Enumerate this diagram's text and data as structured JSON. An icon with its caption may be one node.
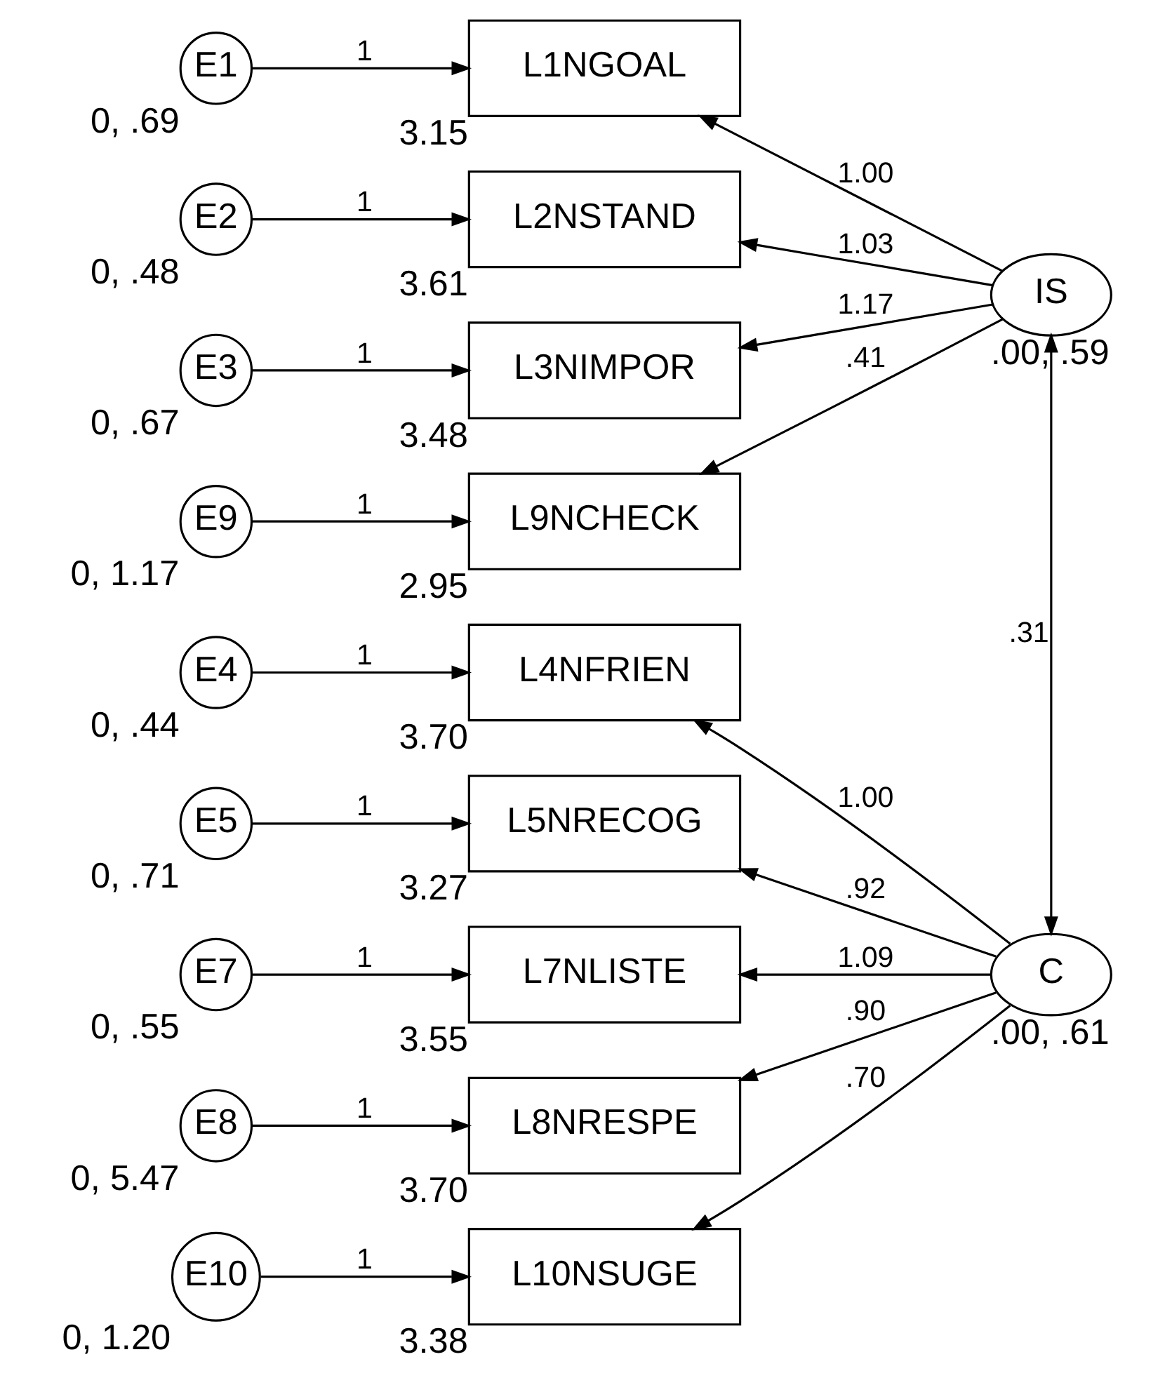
{
  "diagram": {
    "nodes": [
      {
        "text": [
          "E1"
        ],
        "beside": [
          "0, .69"
        ]
      },
      {
        "text": [
          "L1NGOAL"
        ],
        "beside": [
          "3.15"
        ]
      },
      {
        "text": [
          "E2"
        ],
        "beside": [
          "0, .48"
        ]
      },
      {
        "text": [
          "L2NSTAND"
        ],
        "beside": [
          "3.61"
        ]
      },
      {
        "text": [
          "E3"
        ],
        "beside": [
          "0, .67"
        ]
      },
      {
        "text": [
          "L3NIMPOR"
        ],
        "beside": [
          "3.48"
        ]
      },
      {
        "text": [
          "E9"
        ],
        "beside": [
          "0, 1.17"
        ]
      },
      {
        "text": [
          "L9NCHECK"
        ],
        "beside": [
          "2.95"
        ]
      },
      {
        "text": [
          "IS"
        ],
        "beside": [
          ".00, .59"
        ]
      },
      {
        "text": [
          "E4"
        ],
        "beside": [
          "0, .44"
        ]
      },
      {
        "text": [
          "L4NFRIEN"
        ],
        "beside": [
          "3.70"
        ]
      },
      {
        "text": [
          "E5"
        ],
        "beside": [
          "0, .71"
        ]
      },
      {
        "text": [
          "L5NRECOG"
        ],
        "beside": [
          "3.27"
        ]
      },
      {
        "text": [
          "E7"
        ],
        "beside": [
          "0, .55"
        ]
      },
      {
        "text": [
          "L7NLISTE"
        ],
        "beside": [
          "3.55"
        ]
      },
      {
        "text": [
          "E8"
        ],
        "beside": [
          "0, 5.47"
        ]
      },
      {
        "text": [
          "L8NRESPE"
        ],
        "beside": [
          "3.70"
        ]
      },
      {
        "text": [
          "E10"
        ],
        "beside": [
          "0, 1.20"
        ]
      },
      {
        "text": [
          "L10NSUGE"
        ],
        "beside": [
          "3.38"
        ]
      },
      {
        "text": [
          "C"
        ],
        "beside": [
          ".00, .61"
        ]
      }
    ],
    "edges": [
      {
        "from": 0,
        "to": 1,
        "arrow": "to",
        "label": "1"
      },
      {
        "from": 2,
        "to": 3,
        "arrow": "to",
        "label": "1"
      },
      {
        "from": 4,
        "to": 5,
        "arrow": "to",
        "label": "1"
      },
      {
        "from": 6,
        "to": 7,
        "arrow": "to",
        "label": "1"
      },
      {
        "from": 9,
        "to": 10,
        "arrow": "to",
        "label": "1"
      },
      {
        "from": 11,
        "to": 12,
        "arrow": "to",
        "label": "1"
      },
      {
        "from": 13,
        "to": 14,
        "arrow": "to",
        "label": "1"
      },
      {
        "from": 15,
        "to": 16,
        "arrow": "to",
        "label": "1"
      },
      {
        "from": 17,
        "to": 18,
        "arrow": "to",
        "label": "1"
      },
      {
        "from": 8,
        "to": 1,
        "arrow": "to",
        "label": "1.00"
      },
      {
        "from": 8,
        "to": 3,
        "arrow": "to",
        "label": "1.03"
      },
      {
        "from": 8,
        "to": 5,
        "arrow": "to",
        "label": "1.17"
      },
      {
        "from": 8,
        "to": 7,
        "arrow": "to",
        "label": ".41"
      },
      {
        "from": 19,
        "to": 10,
        "arrow": "to",
        "label": "1.00"
      },
      {
        "from": 19,
        "to": 12,
        "arrow": "to",
        "label": ".92"
      },
      {
        "from": 19,
        "to": 14,
        "arrow": "to",
        "label": "1.09"
      },
      {
        "from": 19,
        "to": 16,
        "arrow": "to",
        "label": ".90"
      },
      {
        "from": 19,
        "to": 18,
        "arrow": "to",
        "label": ".70"
      },
      {
        "from": 8,
        "to": 19,
        "arrow": "both",
        "label": ".31"
      }
    ]
  }
}
